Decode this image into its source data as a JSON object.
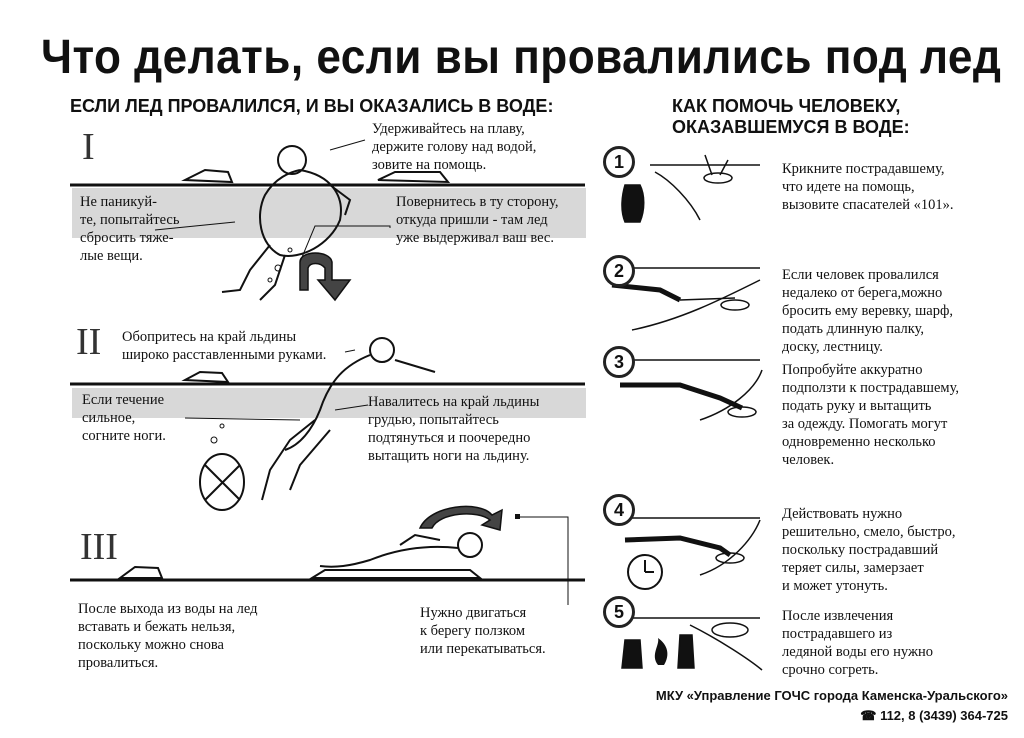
{
  "title": "Что делать, если вы провалились под лед",
  "left": {
    "heading": "ЕСЛИ ЛЕД ПРОВАЛИЛСЯ, И ВЫ ОКАЗАЛИСЬ В ВОДЕ:",
    "steps": [
      {
        "numeral": "I"
      },
      {
        "numeral": "II"
      },
      {
        "numeral": "III"
      }
    ],
    "t1a": "Удерживайтесь на плаву,",
    "t1b": "держите голову над водой,",
    "t1c": "зовите на помощь.",
    "t2a": "Не паникуй-",
    "t2b": "те, попытайтесь",
    "t2c": "сбросить тяже-",
    "t2d": "лые вещи.",
    "t3a": "Повернитесь в ту сторону,",
    "t3b": "откуда пришли - там лед",
    "t3c": "уже выдерживал ваш вес.",
    "t4a": "Обопритесь на край льдины",
    "t4b": "широко расставленными руками.",
    "t5a": "Если течение",
    "t5b": "сильное,",
    "t5c": "согните ноги.",
    "t6a": "Навалитесь на край льдины",
    "t6b": "грудью, попытайтесь",
    "t6c": "подтянуться и поочередно",
    "t6d": "вытащить ноги на льдину.",
    "t7a": "После выхода из воды на лед",
    "t7b": "вставать и бежать нельзя,",
    "t7c": "поскольку можно снова",
    "t7d": "провалиться.",
    "t8a": "Нужно двигаться",
    "t8b": "к берегу ползком",
    "t8c": "или перекатываться."
  },
  "right": {
    "heading1": "КАК ПОМОЧЬ ЧЕЛОВЕКУ,",
    "heading2": "ОКАЗАВШЕМУСЯ В ВОДЕ:",
    "steps": [
      {
        "num": "1",
        "l1": "Крикните пострадавшему,",
        "l2": "что идете на помощь,",
        "l3": "вызовите спасателей «101»."
      },
      {
        "num": "2",
        "l1": "Если человек провалился",
        "l2": "недалеко от берега,можно",
        "l3": "бросить ему веревку, шарф,",
        "l4": "подать длинную палку,",
        "l5": "доску, лестницу."
      },
      {
        "num": "3",
        "l1": "Попробуйте аккуратно",
        "l2": "подползти к пострадавшему,",
        "l3": "подать руку и вытащить",
        "l4": "за одежду. Помогать могут",
        "l5": "одновременно несколько",
        "l6": "человек."
      },
      {
        "num": "4",
        "l1": "Действовать нужно",
        "l2": "решительно, смело, быстро,",
        "l3": "поскольку пострадавший",
        "l4": "теряет силы, замерзает",
        "l5": "и может утонуть."
      },
      {
        "num": "5",
        "l1": "После извлечения",
        "l2": "пострадавшего из",
        "l3": "ледяной воды его нужно",
        "l4": "срочно согреть."
      }
    ]
  },
  "footer": {
    "org": "МКУ «Управление ГОЧС города Каменска-Уральского»",
    "phone_icon": "phone-icon",
    "phones": "112, 8 (3439) 364-725"
  }
}
